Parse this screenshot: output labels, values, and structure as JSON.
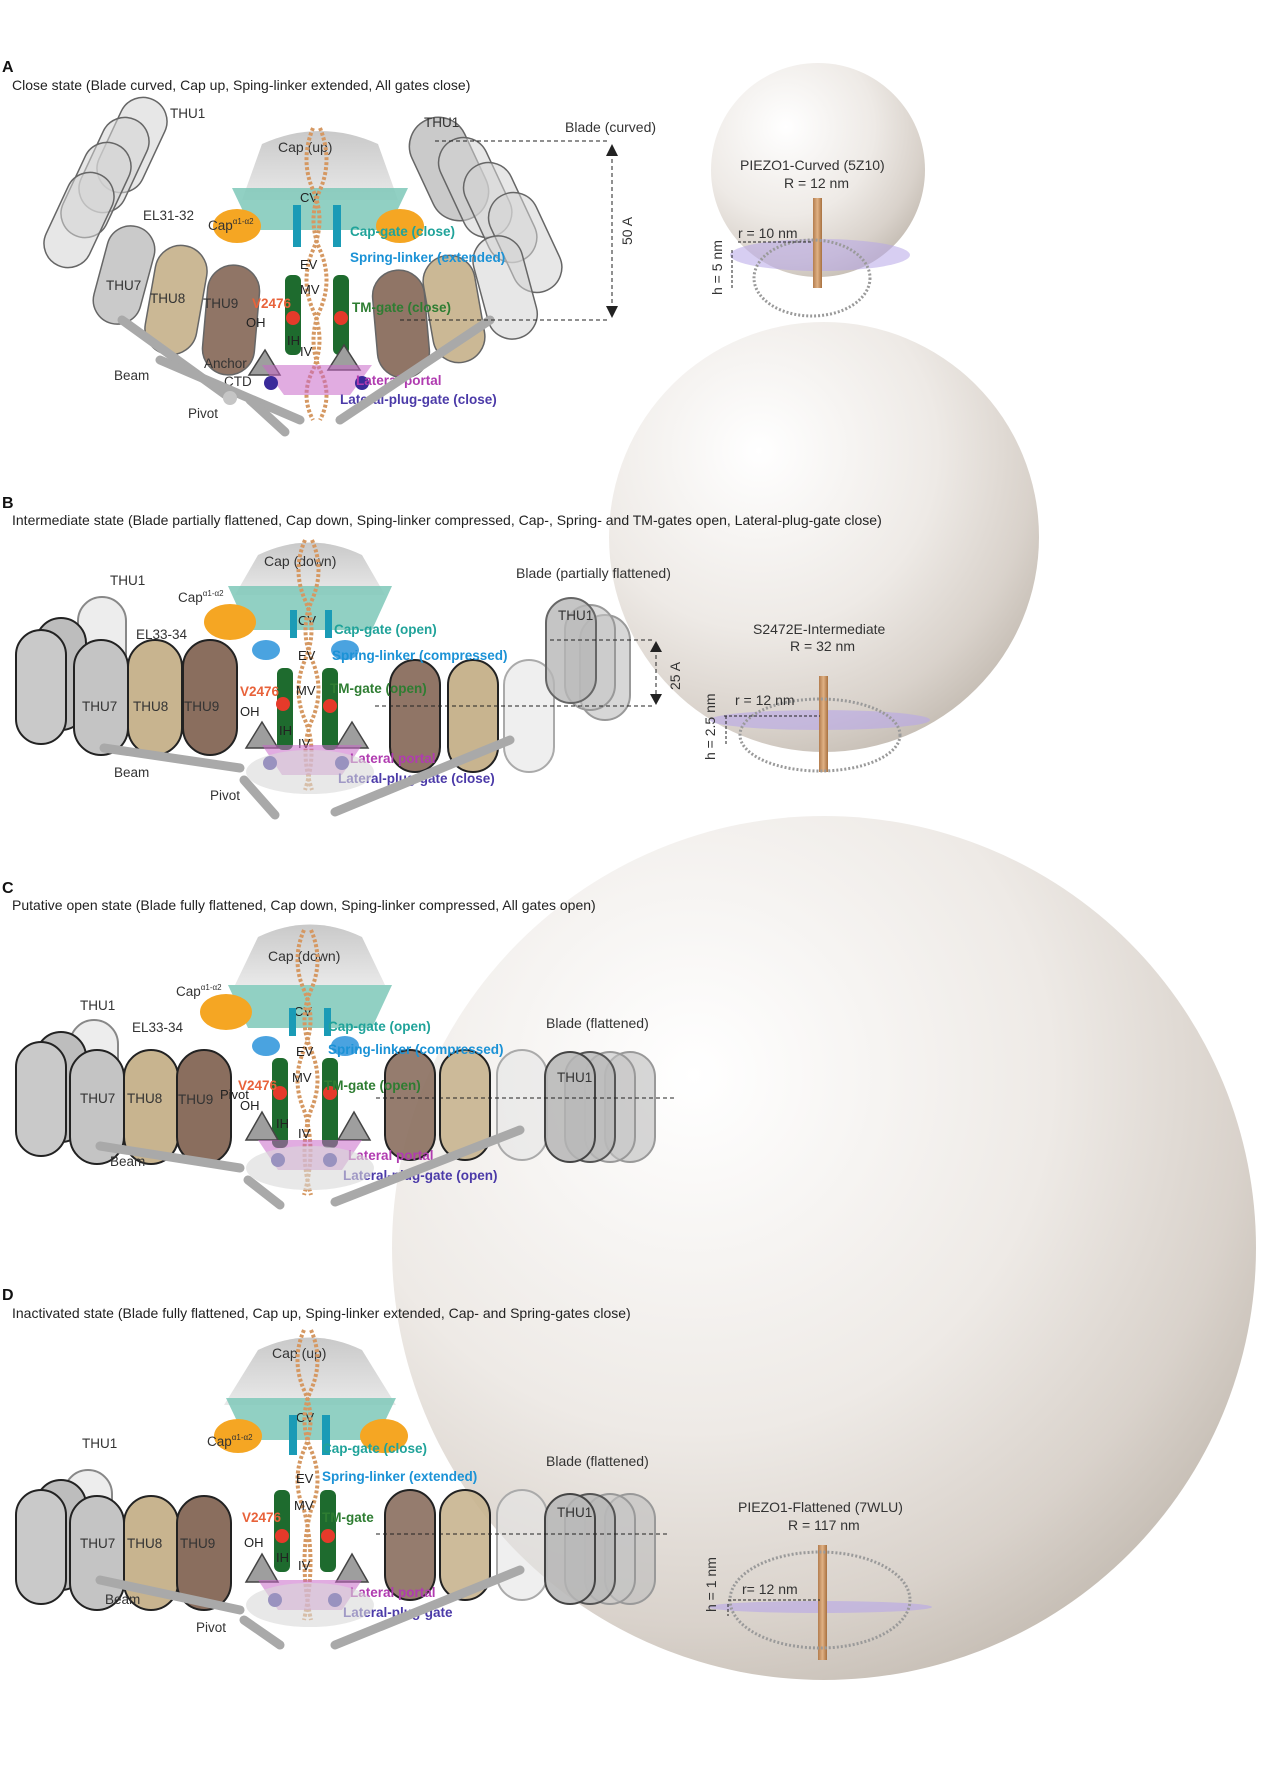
{
  "panels": [
    {
      "letter": "A",
      "title": "Close state (Blade curved, Cap up, Sping-linker extended, All gates close)",
      "cap": "Cap (up)",
      "thu1_left": "THU1",
      "thu1_right": "THU1",
      "el": "EL31-32",
      "cap_sub": "Capα1-α2",
      "cap_main": "Cap",
      "cap_sup": "α1-α2",
      "thu7": "THU7",
      "thu8": "THU8",
      "thu9": "THU9",
      "cv": "CV",
      "ev": "EV",
      "mv": "MV",
      "iv": "IV",
      "oh": "OH",
      "ih": "IH",
      "cap_gate": "Cap-gate (close)",
      "spring_linker": "Spring-linker (extended)",
      "residue": "V2476",
      "tm_gate": "TM-gate (close)",
      "anchor": "Anchor",
      "ctd": "CTD",
      "lateral_portal": "Lateral portal",
      "lateral_plug": "Lateral-plug-gate (close)",
      "beam": "Beam",
      "pivot": "Pivot",
      "blade": "Blade (curved)",
      "distance": "50 A",
      "model_name": "PIEZO1-Curved (5Z10)",
      "model_R": "R = 12 nm",
      "model_r": "r = 10 nm",
      "model_h": "h = 5 nm"
    },
    {
      "letter": "B",
      "title": "Intermediate state (Blade partially flattened, Cap down, Sping-linker compressed, Cap-, Spring- and TM-gates open, Lateral-plug-gate close)",
      "cap": "Cap (down)",
      "thu1_left": "THU1",
      "thu1_right": "THU1",
      "el": "EL33-34",
      "cap_main": "Cap",
      "cap_sup": "α1-α2",
      "thu7": "THU7",
      "thu8": "THU8",
      "thu9": "THU9",
      "cv": "CV",
      "ev": "EV",
      "mv": "MV",
      "iv": "IV",
      "oh": "OH",
      "ih": "IH",
      "cap_gate": "Cap-gate (open)",
      "spring_linker": "Spring-linker (compressed)",
      "residue": "V2476",
      "tm_gate": "TM-gate (open)",
      "lateral_portal": "Lateral portal",
      "lateral_plug": "Lateral-plug-gate (close)",
      "beam": "Beam",
      "pivot": "Pivot",
      "blade": "Blade (partially flattened)",
      "distance": "25 A",
      "model_name": "S2472E-Intermediate",
      "model_R": "R = 32 nm",
      "model_r": "r = 12 nm",
      "model_h": "h = 2.5 nm"
    },
    {
      "letter": "C",
      "title": "Putative open state (Blade fully flattened, Cap down, Sping-linker compressed, All gates open)",
      "cap": "Cap (down)",
      "thu1_left": "THU1",
      "thu1_right": "THU1",
      "el": "EL33-34",
      "cap_main": "Cap",
      "cap_sup": "α1-α2",
      "thu7": "THU7",
      "thu8": "THU8",
      "thu9": "THU9",
      "cv": "CV",
      "ev": "EV",
      "mv": "MV",
      "iv": "IV",
      "oh": "OH",
      "ih": "IH",
      "cap_gate": "Cap-gate (open)",
      "spring_linker": "Spring-linker (compressed)",
      "residue": "V2476",
      "tm_gate": "TM-gate (open)",
      "pivot_partial": "Pivot",
      "lateral_portal": "Lateral portal",
      "lateral_plug": "Lateral-plug-gate (open)",
      "beam": "Beam",
      "blade": "Blade (flattened)"
    },
    {
      "letter": "D",
      "title": "Inactivated state (Blade fully flattened, Cap up, Sping-linker extended, Cap- and Spring-gates close)",
      "cap": "Cap (up)",
      "thu1_left": "THU1",
      "thu1_right": "THU1",
      "cap_main": "Cap",
      "cap_sup": "α1-α2",
      "thu7": "THU7",
      "thu8": "THU8",
      "thu9": "THU9",
      "cv": "CV",
      "ev": "EV",
      "mv": "MV",
      "iv": "IV",
      "oh": "OH",
      "ih": "IH",
      "cap_gate": "Cap-gate (close)",
      "spring_linker": "Spring-linker (extended)",
      "residue": "V2476",
      "tm_gate": "TM-gate",
      "lateral_portal": "Lateral portal",
      "lateral_plug": "Lateral-plug-gate",
      "beam": "Beam",
      "pivot": "Pivot",
      "blade": "Blade (flattened)",
      "model_name": "PIEZO1-Flattened (7WLU)",
      "model_R": "R = 117 nm",
      "model_r": "r= 12 nm",
      "model_h": "h = 1 nm"
    }
  ],
  "colors": {
    "thu_grey": "#b9b9b9",
    "thu8_tan": "#c8b48f",
    "thu9_brown": "#8a6e5e",
    "cap_orange": "#f5a623",
    "teal_band": "#7ec8b8",
    "pore_green": "#1e6b2e",
    "residue_red": "#e53a2a",
    "plug_indigo": "#3a2a9a",
    "portal_magenta": "#c868c8",
    "spring_blue": "#4aa3e0",
    "membrane_purple": "#b7a6e8",
    "sphere": "#ece7e2"
  }
}
